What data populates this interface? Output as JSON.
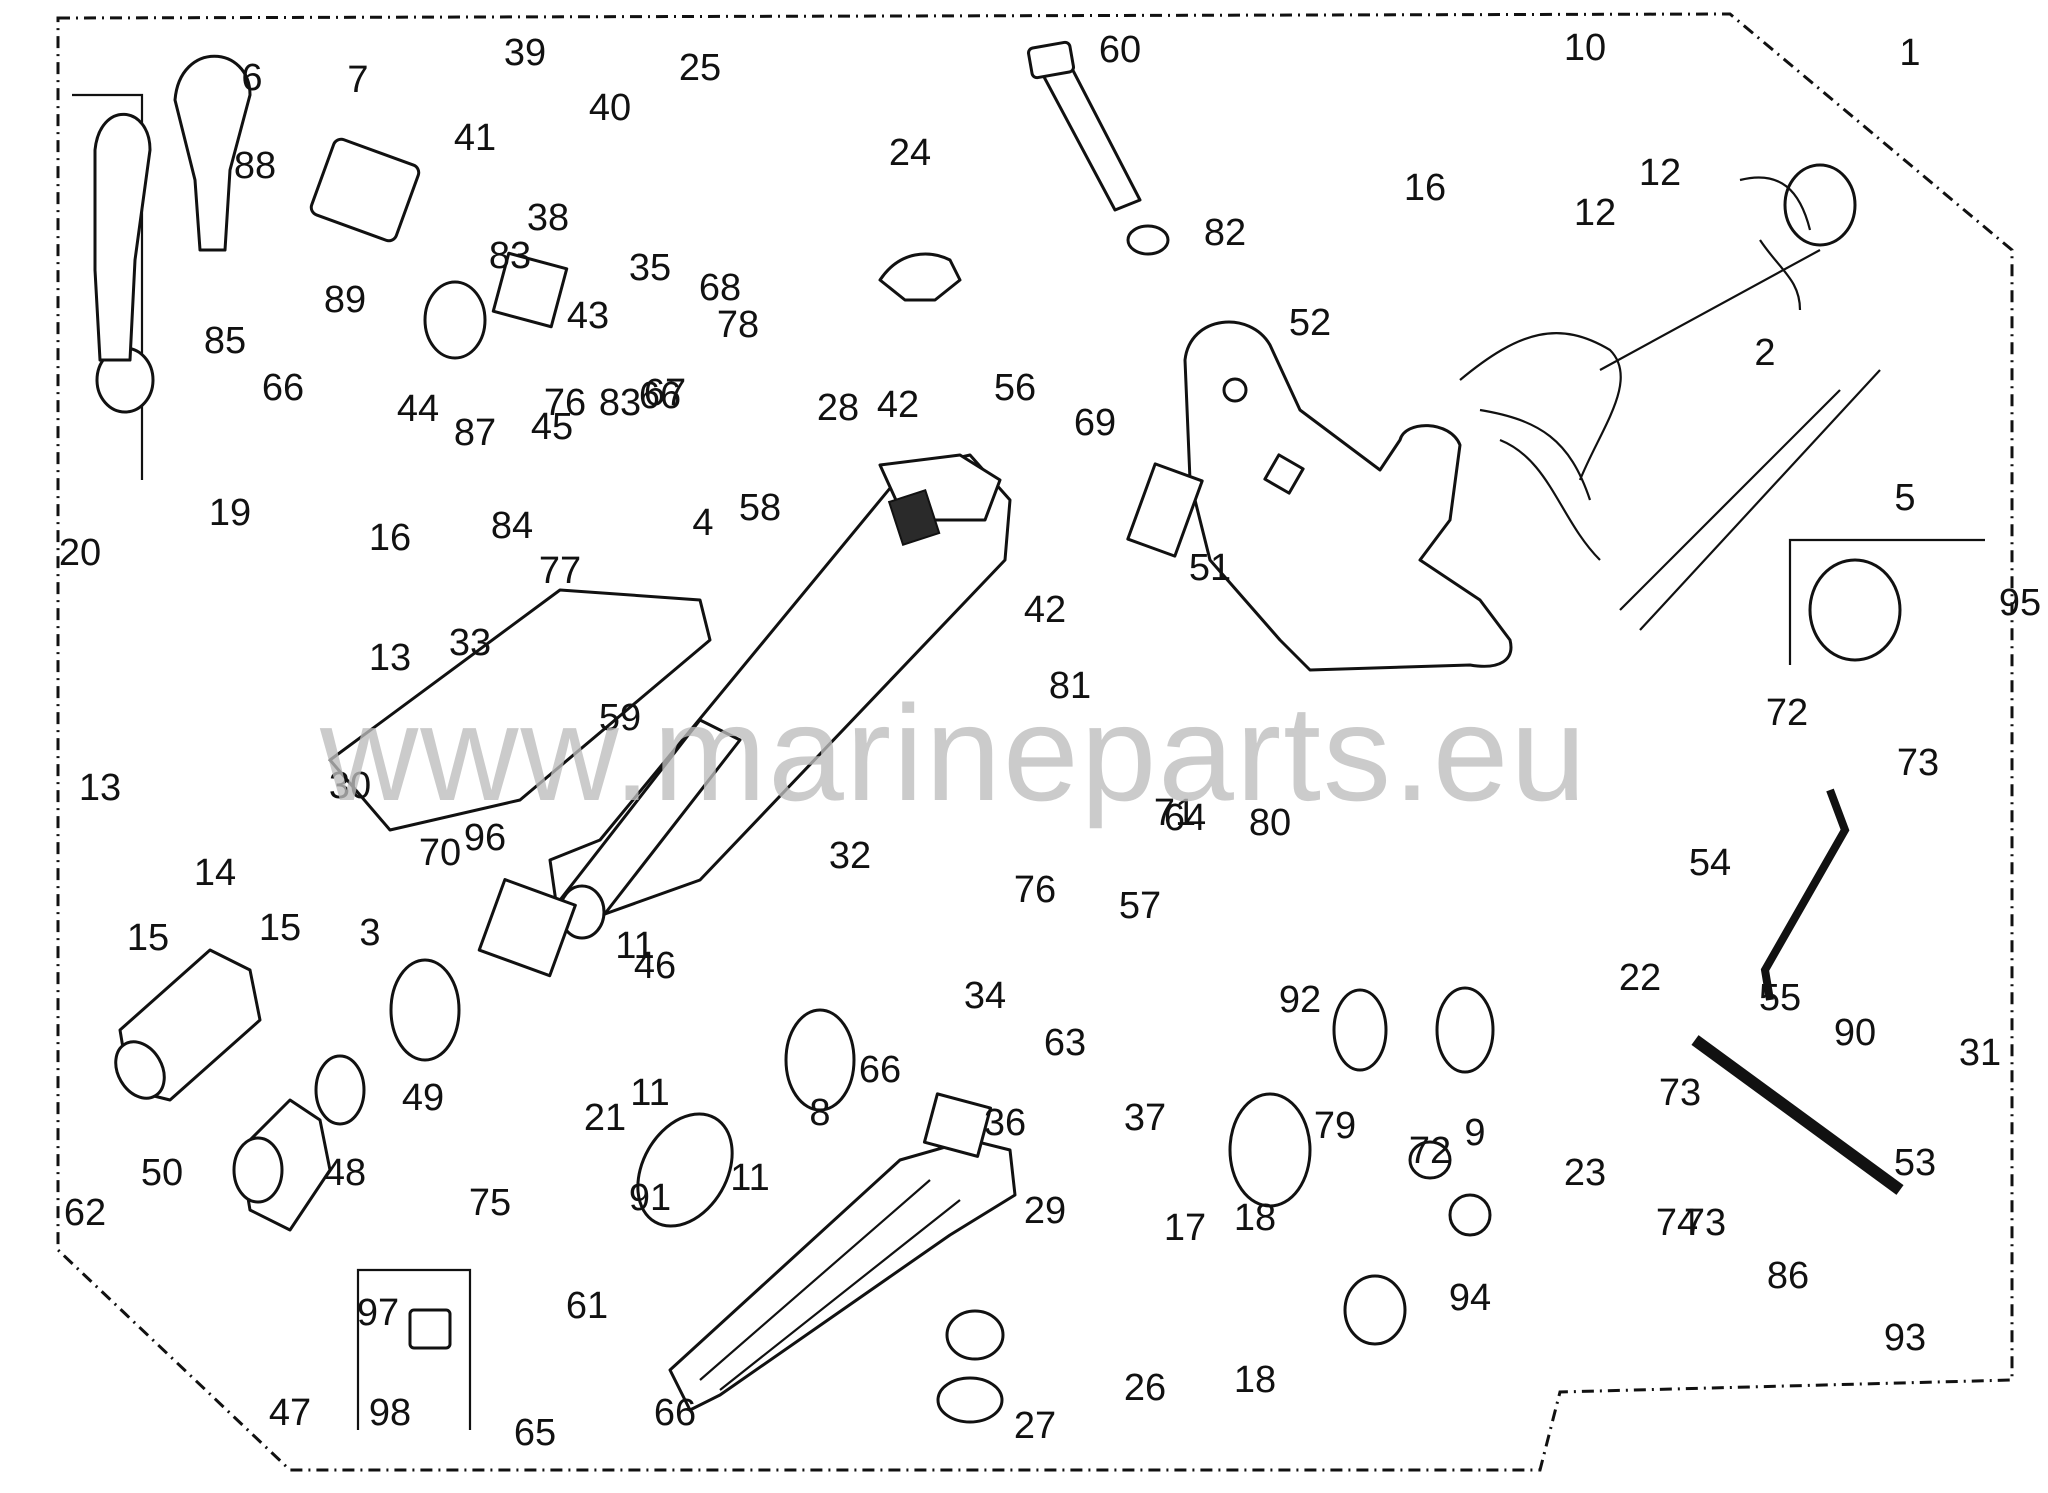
{
  "watermark": "www.marineparts.eu",
  "callouts": [
    "1",
    "2",
    "3",
    "4",
    "5",
    "6",
    "7",
    "8",
    "9",
    "10",
    "11",
    "11",
    "11",
    "12",
    "12",
    "13",
    "13",
    "14",
    "15",
    "15",
    "16",
    "16",
    "17",
    "18",
    "18",
    "19",
    "20",
    "21",
    "22",
    "23",
    "24",
    "25",
    "26",
    "27",
    "28",
    "29",
    "30",
    "31",
    "32",
    "33",
    "34",
    "35",
    "36",
    "37",
    "38",
    "39",
    "40",
    "41",
    "42",
    "42",
    "43",
    "44",
    "45",
    "46",
    "47",
    "48",
    "49",
    "50",
    "51",
    "52",
    "53",
    "54",
    "55",
    "56",
    "57",
    "58",
    "59",
    "60",
    "61",
    "62",
    "63",
    "64",
    "65",
    "66",
    "66",
    "66",
    "66",
    "67",
    "68",
    "69",
    "70",
    "71",
    "72",
    "72",
    "73",
    "73",
    "73",
    "74",
    "75",
    "76",
    "76",
    "77",
    "78",
    "79",
    "80",
    "81",
    "82",
    "83",
    "83",
    "84",
    "85",
    "86",
    "87",
    "88",
    "89",
    "90",
    "91",
    "92",
    "93",
    "94",
    "95",
    "96",
    "97",
    "98"
  ]
}
